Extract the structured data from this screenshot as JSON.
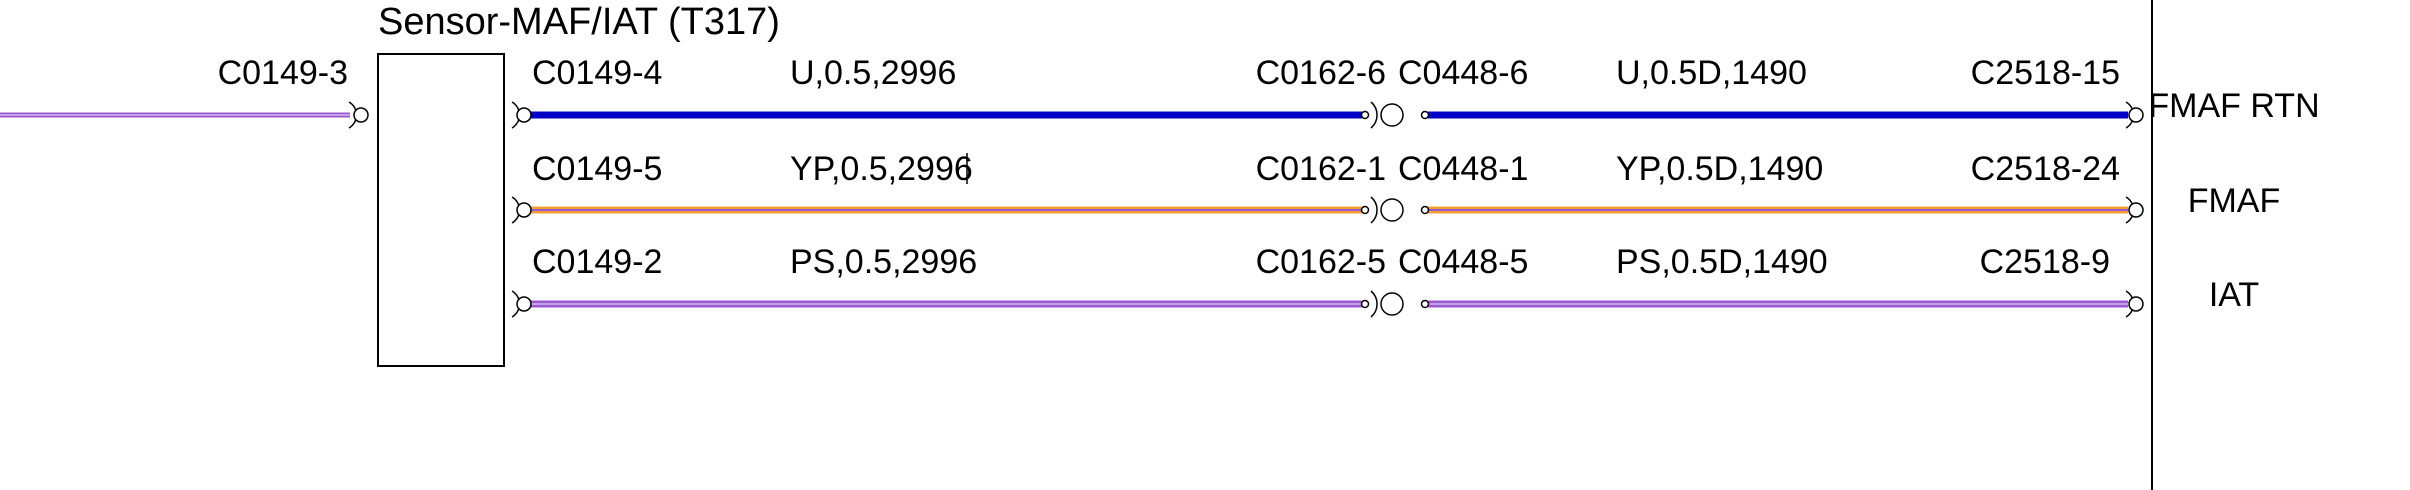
{
  "component": {
    "title": "Sensor-MAF/IAT (T317)"
  },
  "left_lead": {
    "connector": "C0149-3",
    "color": "#9b59d0"
  },
  "circuits": [
    {
      "start_connector": "C0149-4",
      "wire_spec_1": "U,0.5,2996",
      "mid_connector_left": "C0162-6",
      "mid_connector_right": "C0448-6",
      "wire_spec_2": "U,0.5D,1490",
      "end_connector": "C2518-15",
      "signal": "FMAF RTN",
      "colors": [
        "#0000c8",
        "#0000c8"
      ]
    },
    {
      "start_connector": "C0149-5",
      "wire_spec_1": "YP,0.5,2996",
      "mid_connector_left": "C0162-1",
      "mid_connector_right": "C0448-1",
      "wire_spec_2": "YP,0.5D,1490",
      "end_connector": "C2518-24",
      "signal": "FMAF",
      "colors": [
        "#f0a030",
        "#9b59d0"
      ]
    },
    {
      "start_connector": "C0149-2",
      "wire_spec_1": "PS,0.5,2996",
      "mid_connector_left": "C0162-5",
      "mid_connector_right": "C0448-5",
      "wire_spec_2": "PS,0.5D,1490",
      "end_connector": "C2518-9",
      "signal": "IAT",
      "colors": [
        "#9b59d0",
        "#c9a0ef"
      ]
    }
  ]
}
